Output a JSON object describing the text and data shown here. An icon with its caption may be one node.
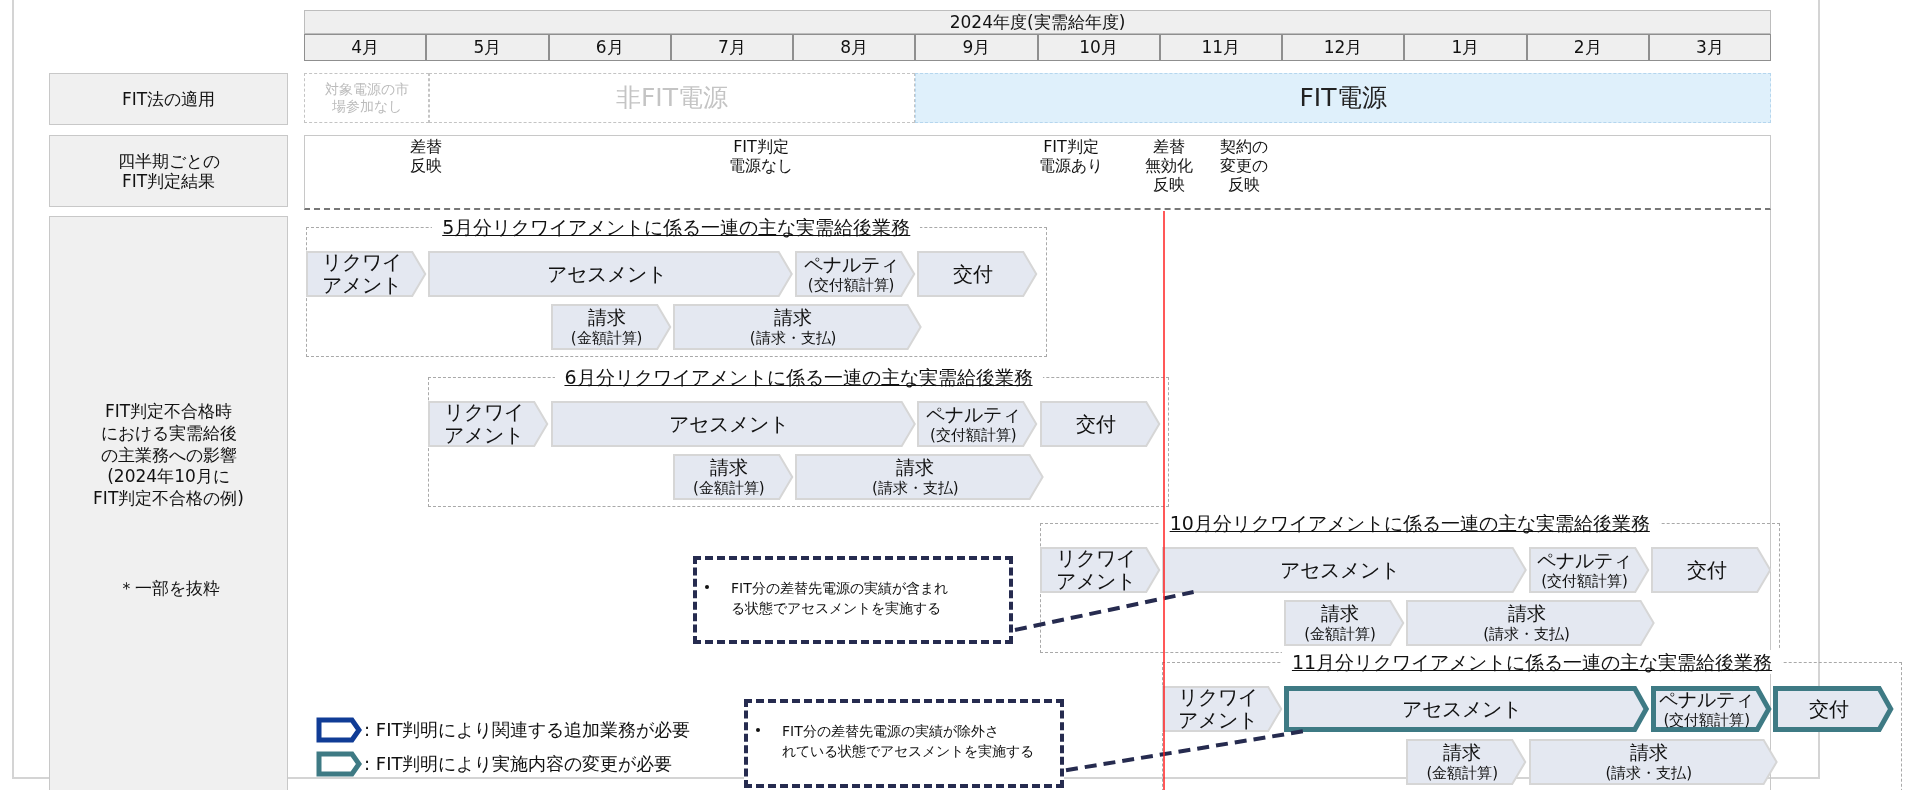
{
  "diagram": {
    "nodes": [
      {
        "text": [
          "2024年度(実需給年度)"
        ]
      },
      {
        "text": [
          "4月"
        ]
      },
      {
        "text": [
          "5月"
        ]
      },
      {
        "text": [
          "6月"
        ]
      },
      {
        "text": [
          "7月"
        ]
      },
      {
        "text": [
          "8月"
        ]
      },
      {
        "text": [
          "9月"
        ]
      },
      {
        "text": [
          "10月"
        ]
      },
      {
        "text": [
          "11月"
        ]
      },
      {
        "text": [
          "12月"
        ]
      },
      {
        "text": [
          "1月"
        ]
      },
      {
        "text": [
          "2月"
        ]
      },
      {
        "text": [
          "3月"
        ]
      },
      {
        "text": [
          "FIT法の適用"
        ]
      },
      {
        "text": [
          "対象電源の市場参加なし"
        ]
      },
      {
        "text": [
          "非FIT電源"
        ]
      },
      {
        "text": [
          "FIT電源"
        ]
      },
      {
        "text": [
          "四半期ごとのFIT判定結果"
        ]
      },
      {
        "text": [
          "差替反映",
          "FIT判定電源なし",
          "FIT判定電源あり",
          "差替無効化反映",
          "契約の変更の反映"
        ]
      },
      {
        "text": [
          "FIT判定不合格時における実需給後の主業務への影響(2024年10月にFIT判定不合格の例)",
          "＊一部を抜粋"
        ]
      },
      {
        "text": [
          "5月分リクワイアメントに係る一連の主な実需給後業務"
        ]
      },
      {
        "text": [
          "リクワイアメント"
        ],
        "in": 20
      },
      {
        "text": [
          "アセスメント"
        ],
        "in": 20
      },
      {
        "text": [
          "ペナルティ",
          "(交付額計算)"
        ],
        "in": 20
      },
      {
        "text": [
          "交付"
        ],
        "in": 20
      },
      {
        "text": [
          "請求",
          "(金額計算)"
        ],
        "in": 20
      },
      {
        "text": [
          "請求",
          "(請求・支払)"
        ],
        "in": 20
      },
      {
        "text": [
          "6月分リクワイアメントに係る一連の主な実需給後業務"
        ]
      },
      {
        "text": [
          "リクワイアメント"
        ],
        "in": 27
      },
      {
        "text": [
          "アセスメント"
        ],
        "in": 27
      },
      {
        "text": [
          "ペナルティ",
          "(交付額計算)"
        ],
        "in": 27
      },
      {
        "text": [
          "交付"
        ],
        "in": 27
      },
      {
        "text": [
          "請求",
          "(金額計算)"
        ],
        "in": 27
      },
      {
        "text": [
          "請求",
          "(請求・支払)"
        ],
        "in": 27
      },
      {
        "text": [
          "10月分リクワイアメントに係る一連の主な実需給後業務"
        ]
      },
      {
        "text": [
          "リクワイアメント"
        ],
        "in": 34
      },
      {
        "text": [
          "アセスメント"
        ],
        "in": 34
      },
      {
        "text": [
          "ペナルティ",
          "(交付額計算)"
        ],
        "in": 34
      },
      {
        "text": [
          "交付"
        ],
        "in": 34
      },
      {
        "text": [
          "請求",
          "(金額計算)"
        ],
        "in": 34
      },
      {
        "text": [
          "請求",
          "(請求・支払)"
        ],
        "in": 34
      },
      {
        "text": [
          "11月分リクワイアメントに係る一連の主な実需給後業務"
        ]
      },
      {
        "text": [
          "リクワイアメント"
        ],
        "in": 41
      },
      {
        "text": [
          "アセスメント"
        ],
        "in": 41
      },
      {
        "text": [
          "ペナルティ",
          "(交付額計算)"
        ],
        "in": 41
      },
      {
        "text": [
          "交付"
        ],
        "in": 41
      },
      {
        "text": [
          "請求",
          "(金額計算)"
        ],
        "in": 41
      },
      {
        "text": [
          "請求",
          "(請求・支払)"
        ],
        "in": 41
      },
      {
        "text": [
          "FIT分の差替先電源の実績が含まれる状態でアセスメントを実施する"
        ]
      },
      {
        "text": [
          "FIT分の差替先電源の実績が除外されている状態でアセスメントを実施する"
        ]
      }
    ],
    "edges": [
      {
        "from": 48,
        "to": 36,
        "arrow": "none",
        "style": "dashed"
      },
      {
        "from": 49,
        "to": 43,
        "arrow": "none",
        "style": "dashed"
      }
    ],
    "legend": [
      {
        "text": ": FIT判明により関連する追加業務が必要",
        "color": "#103c96"
      },
      {
        "text": ": FIT判明により実施内容の変更が必要",
        "color": "#3e7a84"
      }
    ]
  }
}
